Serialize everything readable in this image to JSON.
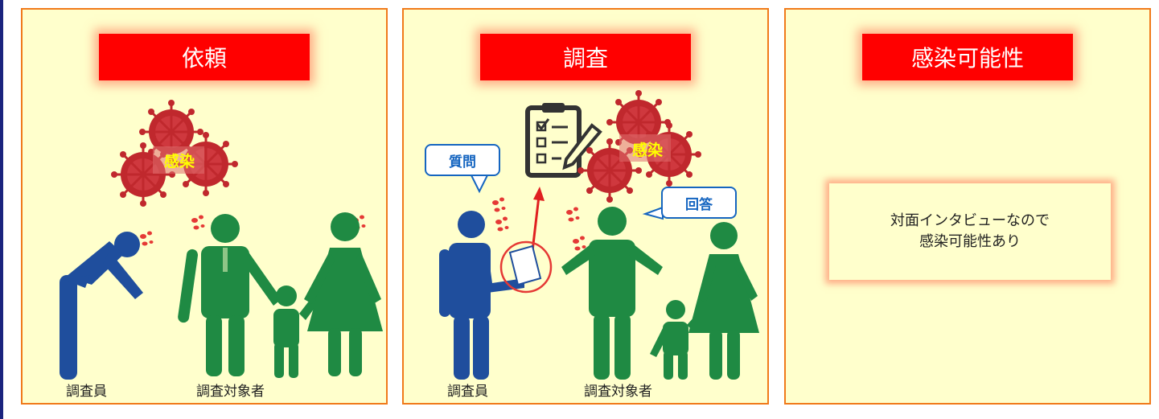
{
  "colors": {
    "panel_bg": "#ffffcc",
    "panel_border": "#f07a1a",
    "title_bg": "#ff0000",
    "investigator": "#1f4e9d",
    "subjects": "#1f8a43",
    "virus": "#c0282d",
    "bubble_border": "#1565c0"
  },
  "panels": [
    {
      "title": "依頼",
      "virus_label": "感染",
      "labels": {
        "investigator": "調査員",
        "subjects": "調査対象者"
      }
    },
    {
      "title": "調査",
      "virus_label": "感染",
      "bubble_question": "質問",
      "bubble_answer": "回答",
      "labels": {
        "investigator": "調査員",
        "subjects": "調査対象者"
      }
    },
    {
      "title": "感染可能性",
      "note_lines": [
        "対面インタビューなので",
        "感染可能性あり"
      ]
    }
  ]
}
